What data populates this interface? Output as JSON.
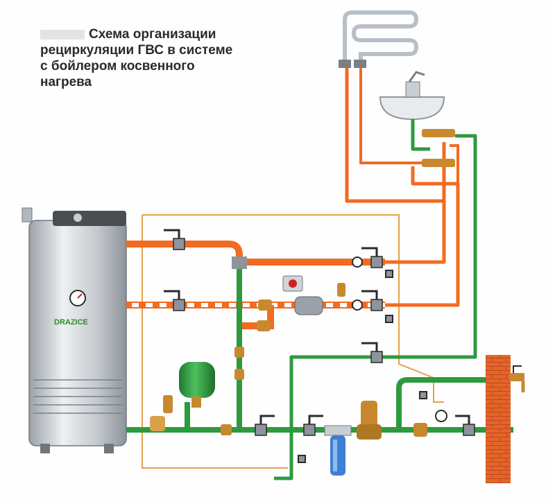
{
  "title": {
    "line1": "Схема организации",
    "line2": "рециркуляции ГВС в системе",
    "line3": "с бойлером косвенного",
    "line4": "нагрева"
  },
  "boiler": {
    "brand": "DRAZICE"
  },
  "colors": {
    "hot_water": "#f26b21",
    "cold_water": "#2e9a3e",
    "control_line": "#e0a24a",
    "boiler_body": "#c9ced3",
    "wall": "#e4652a",
    "expansion_tank": "#2e9a3e",
    "filter": "#3e7fd6",
    "valve_handle": "#2a2a2a",
    "fitting": "#c8892e"
  },
  "icons": [
    "thermometer-icon",
    "ball-valve-icon",
    "pump-icon",
    "gauge-icon",
    "faucet-icon",
    "sink-icon",
    "towel-warmer-icon",
    "filter-icon",
    "expansion-tank-icon",
    "safety-valve-icon",
    "pressure-reducer-icon",
    "check-valve-icon"
  ]
}
